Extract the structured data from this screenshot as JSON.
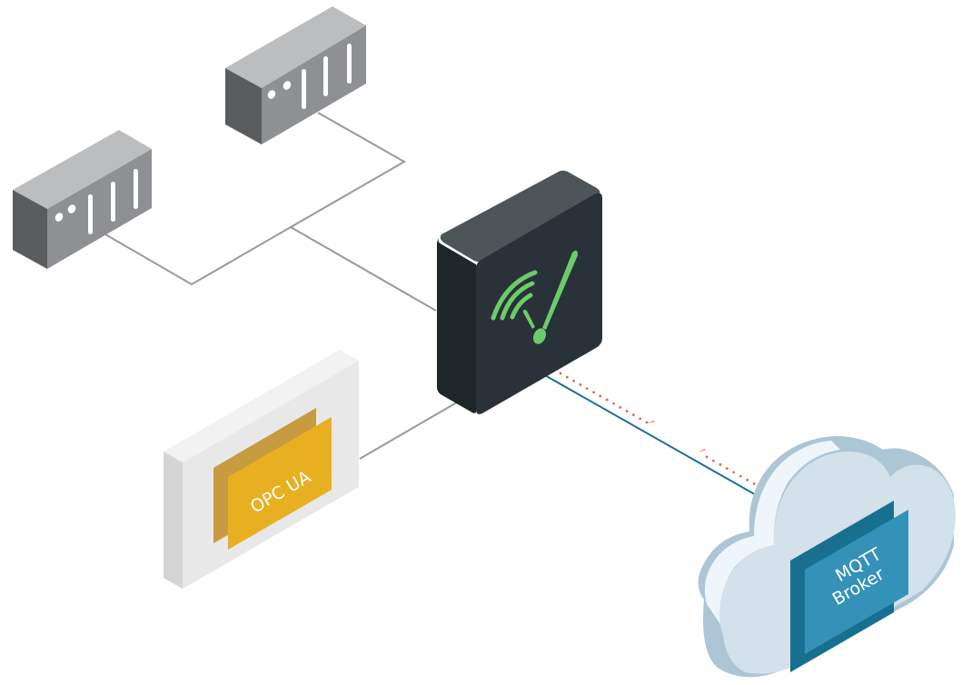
{
  "diagram": {
    "title": "",
    "colors": {
      "link_gray": "#999999",
      "link_blue": "#1b6f98",
      "link_dotted": "#e8644a",
      "gateway_dark": "#283238",
      "gateway_icon": "#6ccb6a",
      "opc_gold": "#e8b020",
      "opc_gold_shadow": "#c79b40",
      "mqtt_blue": "#3491b8",
      "mqtt_blue_shadow": "#17708f",
      "cloud_light": "#d3e1ea",
      "server_gray": "#8f9093"
    },
    "nodes": [
      {
        "id": "server-1",
        "kind": "server",
        "label": ""
      },
      {
        "id": "server-2",
        "kind": "server",
        "label": ""
      },
      {
        "id": "gateway",
        "kind": "gateway",
        "icon": "wireless-alert-icon",
        "label": ""
      },
      {
        "id": "opc-ua",
        "kind": "device",
        "label": "OPC UA"
      },
      {
        "id": "mqtt-broker",
        "kind": "cloud",
        "label_line1": "MQTT",
        "label_line2": "Broker"
      }
    ],
    "edges": [
      {
        "from": "server-1",
        "to": "gateway",
        "style": "solid-gray"
      },
      {
        "from": "server-2",
        "to": "gateway",
        "style": "solid-gray"
      },
      {
        "from": "opc-ua",
        "to": "gateway",
        "style": "solid-gray"
      },
      {
        "from": "gateway",
        "to": "mqtt-broker",
        "style": "solid-blue"
      },
      {
        "from": "gateway",
        "to": "mqtt-broker",
        "style": "dotted-red-bidirectional"
      }
    ]
  }
}
